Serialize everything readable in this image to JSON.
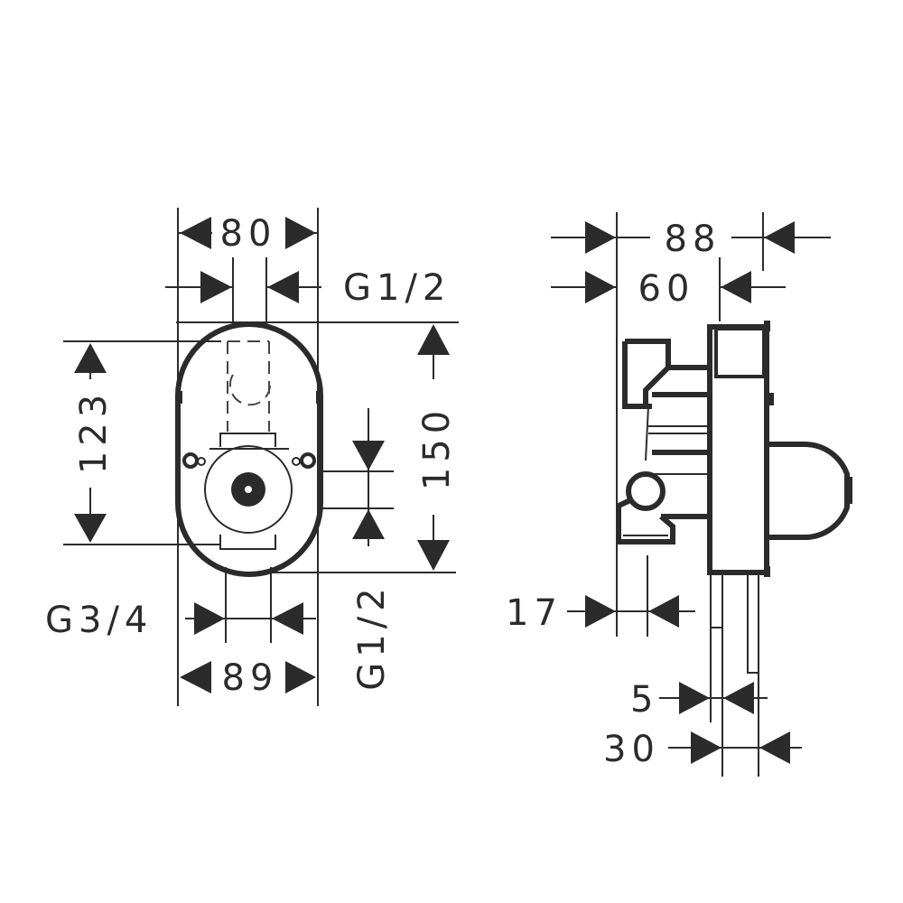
{
  "front_view": {
    "width_top": "80",
    "inlet_top": "G1/2",
    "height_inner": "123",
    "height_outer": "150",
    "outlet_side": "G1/2",
    "inlet_bottom": "G3/4",
    "width_bottom": "89"
  },
  "side_view": {
    "depth_total": "88",
    "depth_body": "60",
    "offset_left": "17",
    "wall_min": "5",
    "wall_max": "30"
  },
  "colors": {
    "line": "#2b2b2b",
    "background": "#ffffff"
  }
}
